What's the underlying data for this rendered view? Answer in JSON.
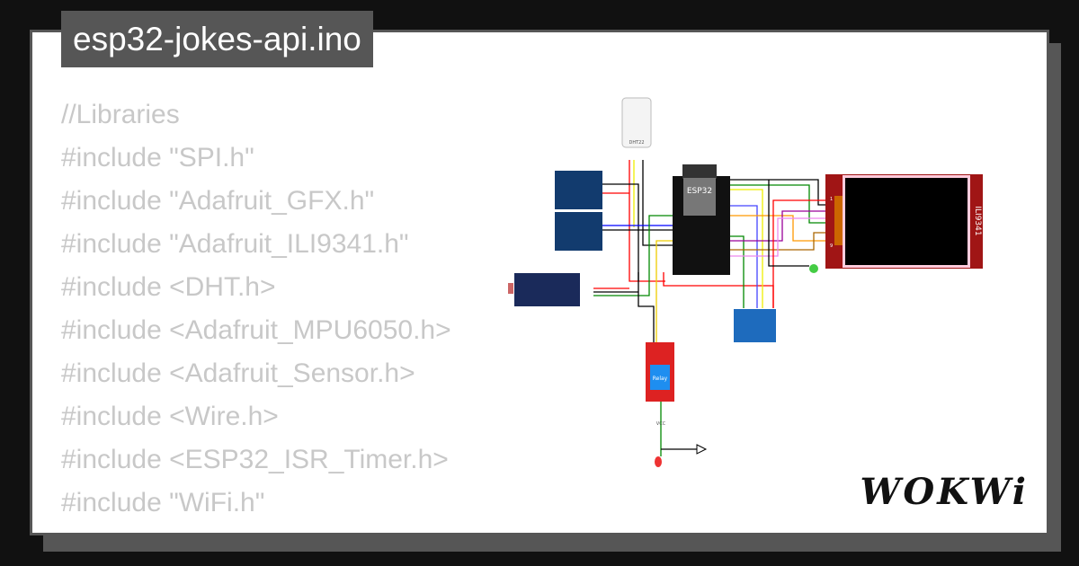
{
  "title": "esp32-jokes-api.ino",
  "code_lines": [
    "//Libraries",
    "#include \"SPI.h\"",
    "#include \"Adafruit_GFX.h\"",
    "#include \"Adafruit_ILI9341.h\"",
    "#include <DHT.h>",
    "#include <Adafruit_MPU6050.h>",
    "#include <Adafruit_Sensor.h>",
    "#include <Wire.h>",
    "#include <ESP32_ISR_Timer.h>",
    "#include \"WiFi.h\""
  ],
  "circuit": {
    "labels": {
      "mcu": "ESP32",
      "dht": "DHT22",
      "display": "ILI9341",
      "relay": "Relay",
      "vcc": "VCC",
      "pin1": "1",
      "pin9": "9"
    }
  },
  "logo": "WOKWi"
}
